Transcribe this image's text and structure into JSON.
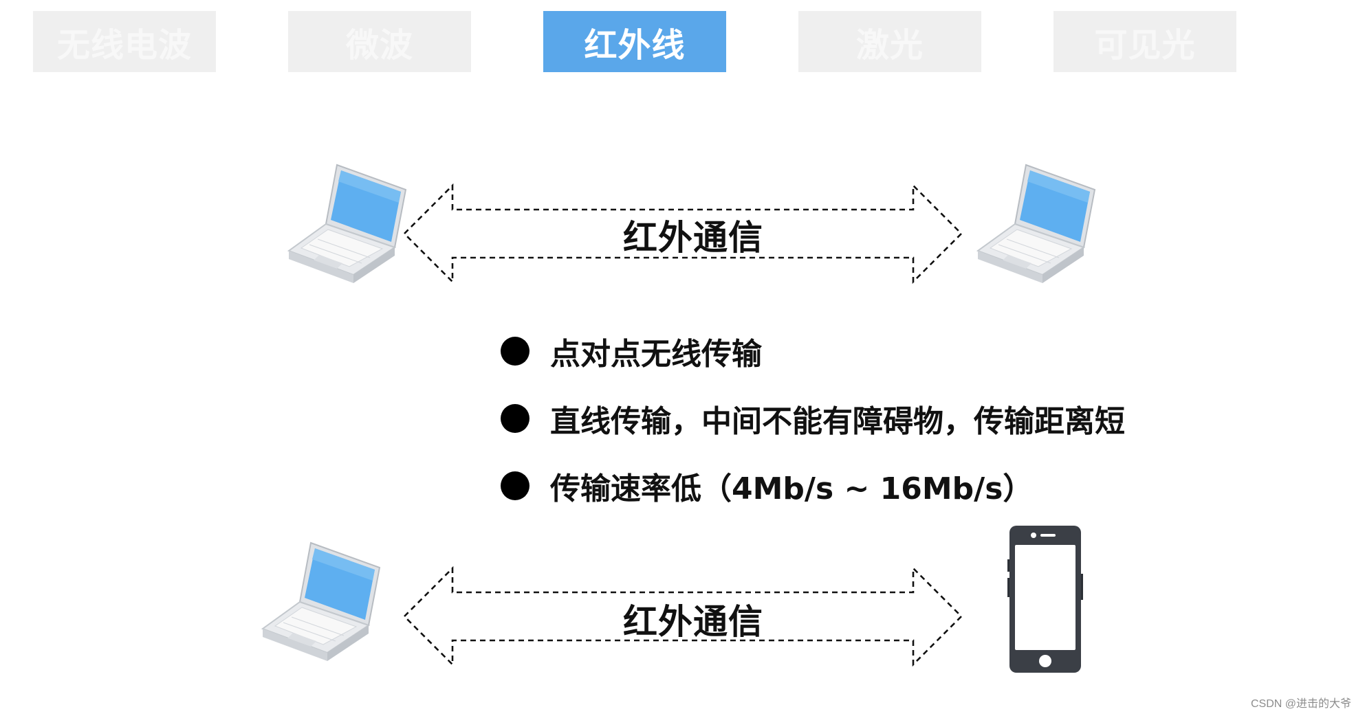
{
  "tabs": [
    {
      "label": "无线电波",
      "active": false
    },
    {
      "label": "微波",
      "active": false
    },
    {
      "label": "红外线",
      "active": true
    },
    {
      "label": "激光",
      "active": false
    },
    {
      "label": "可见光",
      "active": false
    }
  ],
  "top_link": {
    "label": "红外通信"
  },
  "bottom_link": {
    "label": "红外通信"
  },
  "bullets": [
    "点对点无线传输",
    "直线传输，中间不能有障碍物，传输距离短",
    "传输速率低（4Mb/s ~ 16Mb/s）"
  ],
  "watermark": "CSDN @进击的大爷",
  "colors": {
    "active_tab": "#5aa7ea",
    "inactive_tab": "#efefef",
    "laptop_screen": "#5eaff0",
    "phone_body": "#3b3f46"
  },
  "icons": {
    "laptop": "laptop-icon",
    "phone": "smartphone-icon",
    "arrow": "double-headed-dashed-arrow"
  }
}
